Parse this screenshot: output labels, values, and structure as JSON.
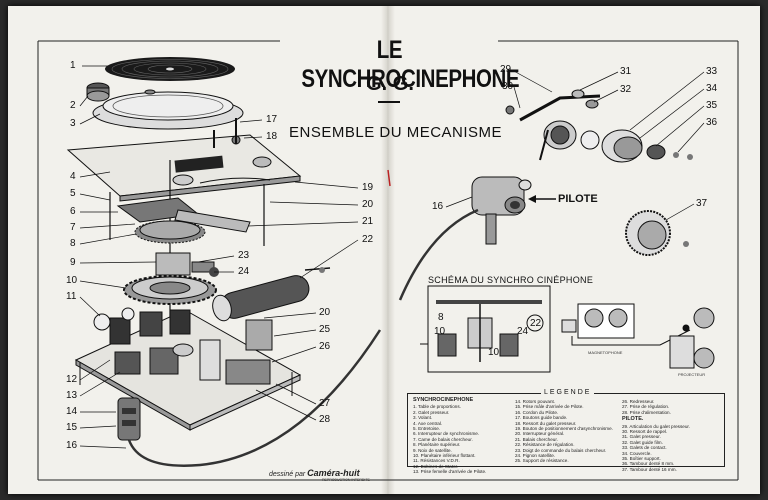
{
  "header": {
    "title": "LE SYNCHROCINEPHONE",
    "initials": "G. G.",
    "subtitle": "ENSEMBLE DU MECANISME"
  },
  "labels": {
    "pilote": "PILOTE",
    "schema_title": "SCHÉMA DU SYNCHRO CINÉPHONE",
    "schema_nums": [
      "8",
      "10",
      "10",
      "24",
      "22"
    ],
    "mag_caption": "MAGNETOPHONE",
    "proj_caption": "PROJECTEUR"
  },
  "left_numbers": [
    "1",
    "2",
    "3",
    "4",
    "5",
    "6",
    "7",
    "8",
    "9",
    "10",
    "11",
    "12",
    "13",
    "14",
    "15",
    "16"
  ],
  "mid_numbers": [
    "17",
    "18",
    "19",
    "20",
    "21",
    "22",
    "23",
    "24",
    "20",
    "25",
    "26",
    "27",
    "28"
  ],
  "right_numbers": [
    "29",
    "30",
    "31",
    "32",
    "33",
    "34",
    "35",
    "36",
    "37",
    "16"
  ],
  "legend": {
    "title": "LEGENDE",
    "col1_head": "SYNCHROCINEPHONE",
    "col1": [
      "1. Table de proportions.",
      "2. Galet presseur.",
      "3. Volant.",
      "4. Axe central.",
      "5. Entretoise.",
      "6. Interrupteur de synchronisme.",
      "7. Came de balais chercheur.",
      "8. Planétaire supérieur.",
      "9. Noix de satellite.",
      "10. Planétaire inférieur flottant.",
      "11. Résistances V.D.R.",
      "12. Bobines de Stator.",
      "13. Prise femelle d'arrivée de Pilote."
    ],
    "col2": [
      "14. Rotors pouvant.",
      "15. Prise mâle d'arrivée de Pilote.",
      "16. Cordon du Pilote.",
      "17. Boutons guide bande.",
      "18. Ressort du galet presseur.",
      "19. Bouton de positionnement d'asynchronisme.",
      "20. Interrupteur général.",
      "21. Balais chercheur.",
      "22. Résistance de régulation.",
      "23. Doigt de commande du balais chercheur.",
      "24. Pignon satellite.",
      "25. Support de résistance."
    ],
    "col3": [
      "26. Redresseur.",
      "27. Prise de régulation.",
      "28. Prise d'alimentation."
    ],
    "col3_head": "PILOTE.",
    "col3b": [
      "29. Articulation du galet presseur.",
      "30. Ressort de rappel.",
      "31. Galet presseur.",
      "32. Galet guide film.",
      "33. Galets de contact.",
      "34. Couvercle.",
      "35. Boîtier support.",
      "36. Tambour denté 8 mm.",
      "37. Tambour denté 16 mm."
    ]
  },
  "credit": {
    "prefix": "dessiné par",
    "name": "Caméra-huit",
    "line2": "REPRODUCTION INTERDITE"
  }
}
